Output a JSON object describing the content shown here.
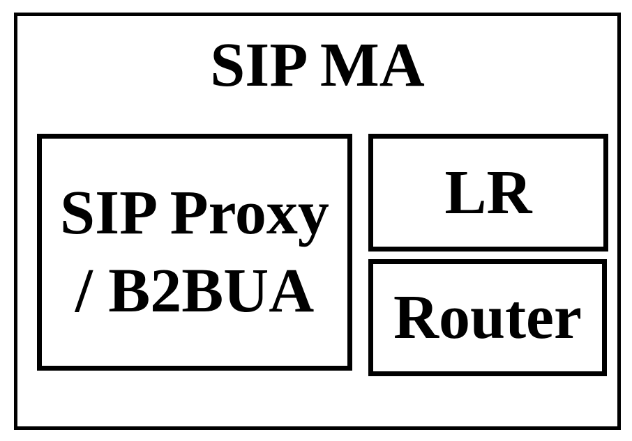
{
  "diagram": {
    "title": "SIP MA",
    "blocks": {
      "sip_proxy": {
        "line1": "SIP Proxy",
        "line2": "/ B2BUA"
      },
      "lr": {
        "label": "LR"
      },
      "router": {
        "label": "Router"
      }
    },
    "colors": {
      "stroke": "#000000",
      "background": "#ffffff",
      "text": "#000000"
    }
  }
}
